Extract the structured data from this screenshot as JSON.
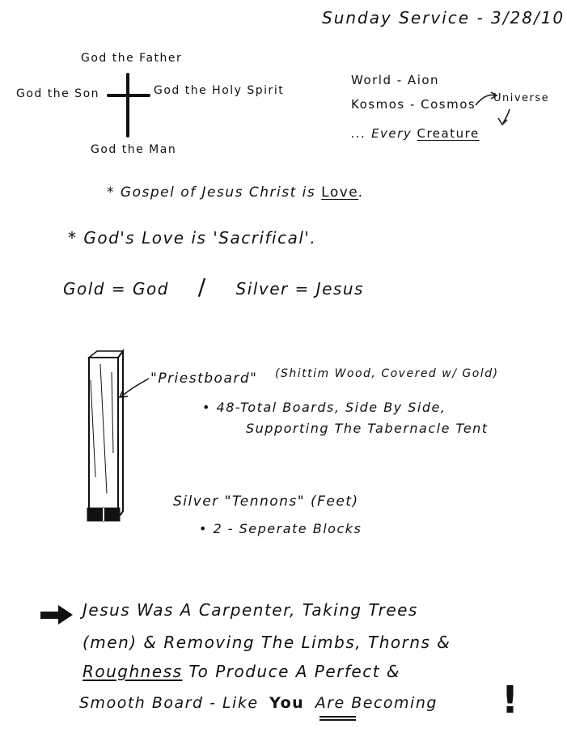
{
  "header": {
    "title": "Sunday Service - 3/28/10"
  },
  "trinity": {
    "top": "God the Father",
    "left": "God the Son",
    "right": "God the Holy Spirit",
    "bottom": "God the Man"
  },
  "terms": {
    "line1": "World - Aion",
    "line2": "Kosmos - Cosmos",
    "universe": "Universe",
    "line3_prefix": "... Every",
    "line3_emphasis": "Creature"
  },
  "statements": {
    "s1_prefix": "* Gospel of Jesus Christ is",
    "s1_emphasis": "Love",
    "s1_suffix": ".",
    "s2": "* God's Love is 'Sacrifical'.",
    "s3_left": "Gold = God",
    "s3_sep": "/",
    "s3_right": "Silver = Jesus"
  },
  "board": {
    "title": "\"Priestboard\"",
    "material": "(Shittim Wood, Covered w/ Gold)",
    "bullet1_line1": "• 48-Total Boards, Side By Side,",
    "bullet1_line2": "Supporting The Tabernacle Tent",
    "tennons": "Silver \"Tennons\" (Feet)",
    "bullet2": "• 2 - Seperate Blocks"
  },
  "closing": {
    "line1": "Jesus Was A Carpenter, Taking Trees",
    "line2": "(men) & Removing The Limbs, Thorns &",
    "line3_emphasis": "Roughness",
    "line3_rest": "To Produce A Perfect &",
    "line4_prefix": "Smooth Board - Like",
    "line4_emphasis": "You",
    "line4_suffix": "Are Becoming",
    "exclaim": "!"
  }
}
